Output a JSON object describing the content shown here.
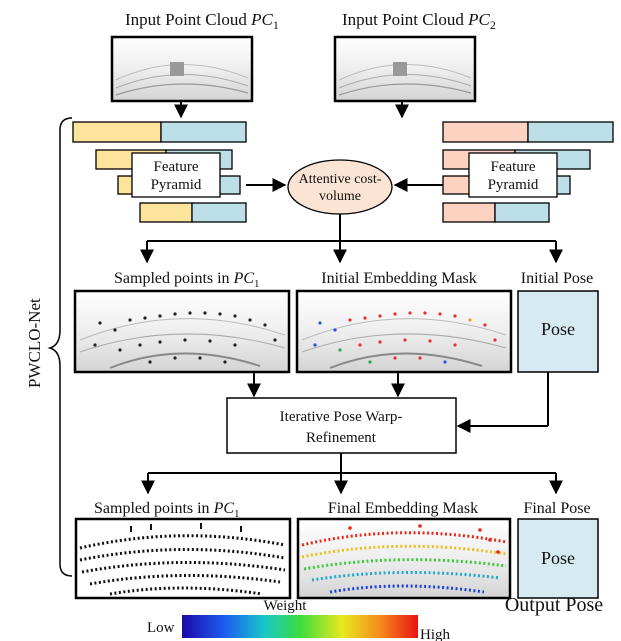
{
  "inputs": {
    "pc1_label": "Input  Point Cloud ",
    "pc1_sym": "PC",
    "pc1_sub": "1",
    "pc2_label": "Input  Point Cloud ",
    "pc2_sym": "PC",
    "pc2_sub": "2"
  },
  "network_label": "PWCLO-Net",
  "pyramid": {
    "left_label_line1": "Feature",
    "left_label_line2": "Pyramid",
    "right_label_line1": "Feature",
    "right_label_line2": "Pyramid",
    "left_color": "#fde49b",
    "right_color": "#fbd3c0",
    "shared_color": "#bcdfe9"
  },
  "cost_volume": {
    "line1": "Attentive cost-",
    "line2": "volume",
    "color": "#fbe4d4"
  },
  "stage1": {
    "sampled_label": "Sampled points in ",
    "sampled_sym": "PC",
    "sampled_sub": "1",
    "mask_label": "Initial Embedding Mask",
    "pose_label": "Initial Pose",
    "pose_box": "Pose"
  },
  "refinement": {
    "line1": "Iterative Pose Warp-",
    "line2": "Refinement"
  },
  "stage2": {
    "sampled_label": "Sampled points in ",
    "sampled_sym": "PC",
    "sampled_sub": "1",
    "mask_label": "Final Embedding Mask",
    "pose_label": "Final Pose",
    "pose_box": "Pose"
  },
  "pose_box_color": "#d6eaf2",
  "output_label": "Output Pose",
  "colorbar": {
    "title": "Weight",
    "low": "Low",
    "high": "High"
  }
}
